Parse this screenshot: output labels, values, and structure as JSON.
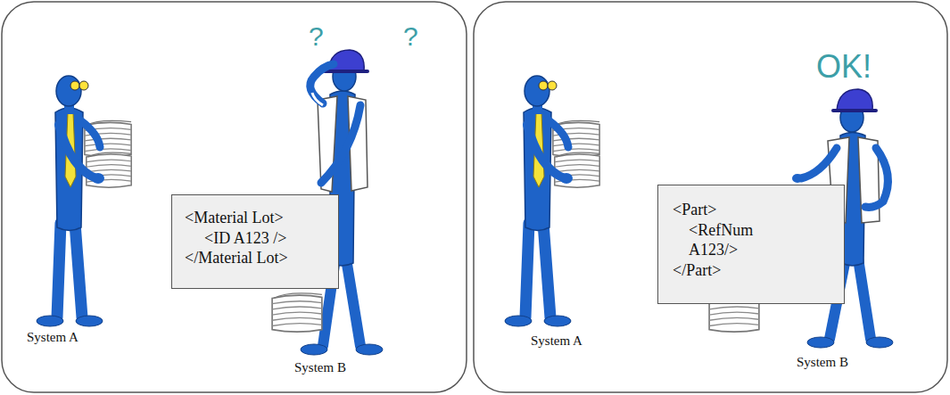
{
  "diagram": {
    "nodes": [
      {
        "text": [
          "<Material Lot>",
          "<ID A123 />",
          "</Material Lot>"
        ]
      },
      {
        "text": [
          "<Part>",
          "<RefNum A123/>",
          "</Part>"
        ]
      }
    ],
    "labels": [
      "?",
      "?",
      "System A",
      "System B",
      "OK!",
      "System A",
      "System B"
    ]
  }
}
